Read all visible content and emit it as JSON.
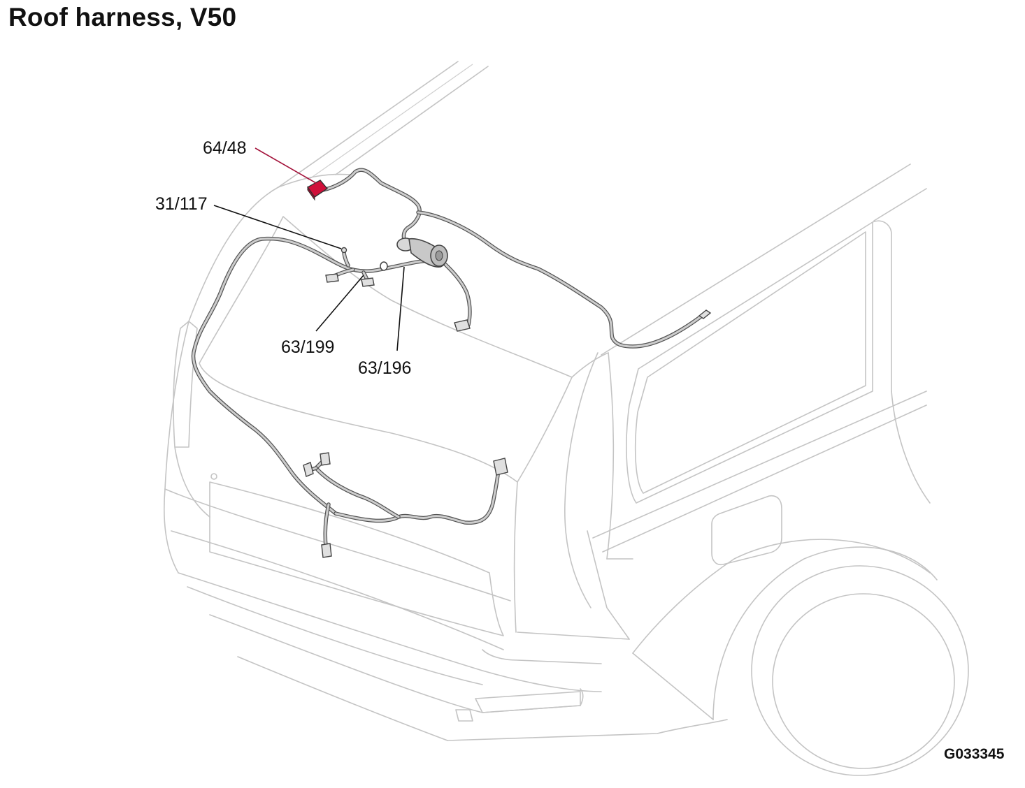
{
  "title": "Roof harness, V50",
  "figure_id": "G033345",
  "callouts": [
    {
      "id": "c1",
      "label": "64/48"
    },
    {
      "id": "c2",
      "label": "31/117"
    },
    {
      "id": "c3",
      "label": "63/199"
    },
    {
      "id": "c4",
      "label": "63/196"
    }
  ],
  "colors": {
    "highlight": "#d0103a",
    "highlight_leader": "#a3123a",
    "wire": "#555555",
    "body_line": "#c4c4c4"
  }
}
